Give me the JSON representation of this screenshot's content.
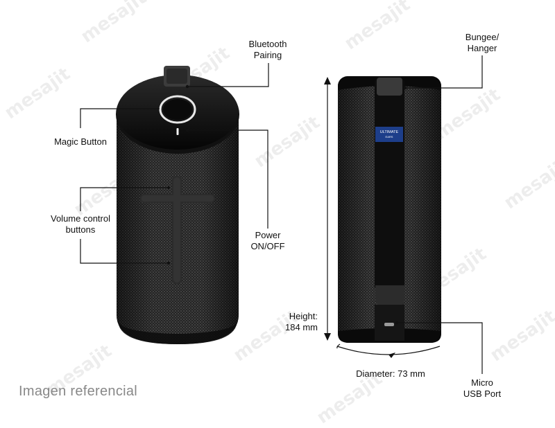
{
  "labels": {
    "bluetooth": [
      "Bluetooth",
      "Pairing"
    ],
    "bungee": [
      "Bungee/",
      "Hanger"
    ],
    "magic": "Magic Button",
    "volume": [
      "Volume control",
      "buttons"
    ],
    "power": [
      "Power",
      "ON/OFF"
    ],
    "height": [
      "Height:",
      "184 mm"
    ],
    "diameter": "Diameter: 73 mm",
    "usb": [
      "Micro",
      "USB Port"
    ]
  },
  "badge": [
    "ULTIMATE",
    "EARS"
  ],
  "watermark": "mesajit",
  "footer": "Imagen referencial",
  "colors": {
    "body": "#1c1c1c",
    "fabric": "#3a3a3a",
    "cap": "#0b0b0b",
    "badge": "#1d3e8a",
    "leader": "#111111"
  }
}
